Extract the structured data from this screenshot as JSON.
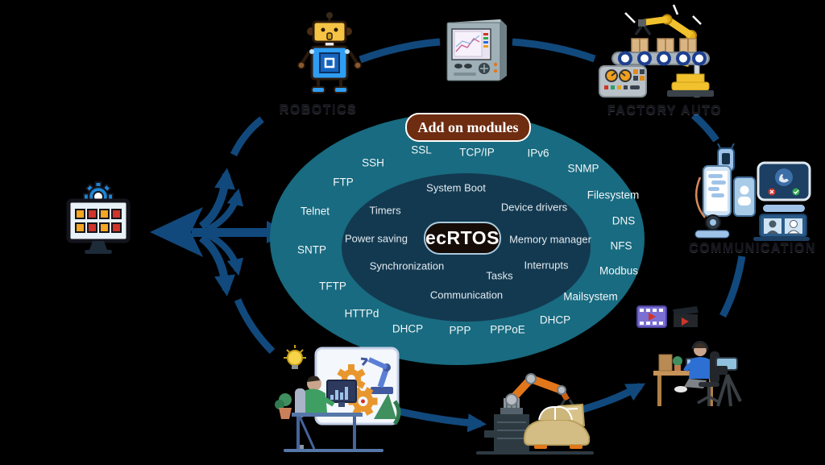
{
  "badges": {
    "add_on_modules": "Add on modules",
    "core_os": "ecRTOS"
  },
  "outer_modules": [
    "SSL",
    "TCP/IP",
    "IPv6",
    "SSH",
    "SNMP",
    "FTP",
    "Filesystem",
    "Telnet",
    "DNS",
    "SNTP",
    "NFS",
    "Modbus",
    "TFTP",
    "Mailsystem",
    "HTTPd",
    "DHCP",
    "PPP",
    "PPPoE",
    "DHCP"
  ],
  "kernel_features": [
    "System Boot",
    "Timers",
    "Device drivers",
    "Power saving",
    "Memory manager",
    "Synchronization",
    "Tasks",
    "Interrupts",
    "Communication"
  ],
  "captions": {
    "robotics": "ROBOTICS",
    "factory_auto": "FACTORY AUTO",
    "communication": "COMMUNICATION"
  },
  "icons": [
    "embedded-device-monitor-icon",
    "gear-icon",
    "robot-icon",
    "panel-meter-icon",
    "factory-robotic-arm-icon",
    "communication-devices-icon",
    "media-production-icon",
    "car-assembly-arm-icon",
    "engineering-workstation-icon",
    "lightbulb-icon",
    "camera-tripod-icon",
    "film-strip-icon",
    "clapperboard-icon",
    "fanout-arrows-icon"
  ],
  "colors": {
    "background": "#000000",
    "outer_ellipse": "#186b80",
    "inner_ellipse": "#133950",
    "badge_brown": "#6e2c10",
    "core_badge_bg": "#150c07",
    "arc_navy": "#11497d",
    "module_text": "#f2f6f8"
  }
}
